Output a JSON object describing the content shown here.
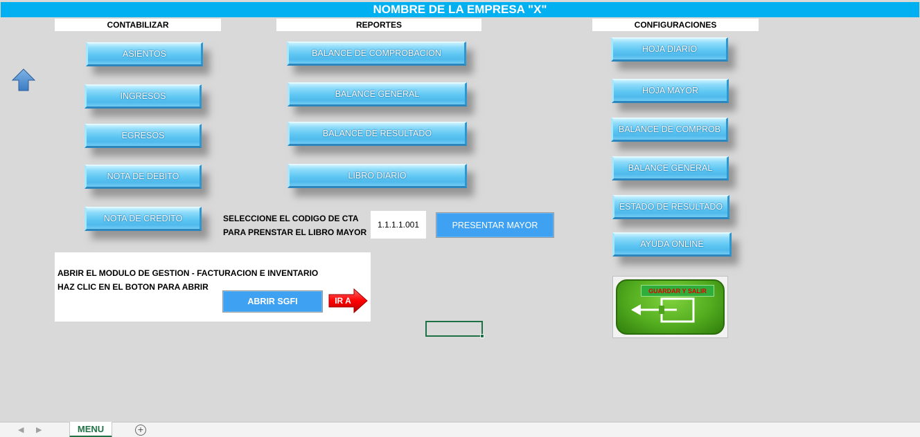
{
  "title": "NOMBRE DE LA EMPRESA \"X\"",
  "sections": {
    "contabilizar": {
      "header": "CONTABILIZAR",
      "buttons": [
        "ASIENTOS",
        "INGRESOS",
        "EGRESOS",
        "NOTA DE DEBITO",
        "NOTA DE CREDITO"
      ]
    },
    "reportes": {
      "header": "REPORTES",
      "buttons": [
        "BALANCE DE COMPROBACION",
        "BALANCE GENERAL",
        "BALANCE  DE RESULTADO",
        "LIBRO DIARIO"
      ]
    },
    "configuraciones": {
      "header": "CONFIGURACIONES",
      "buttons": [
        "HOJA DIARIO",
        "HOJA MAYOR",
        "BALANCE DE COMPROB",
        "BALANCE GENERAL",
        "ESTADO DE RESULTADO",
        "AYUDA ONLINE"
      ]
    }
  },
  "mayor": {
    "label_line1": "SELECCIONE EL CODIGO DE CTA",
    "label_line2": "PARA PRENSTAR EL LIBRO MAYOR",
    "account_code": "1.1.1.1.001",
    "button": "PRESENTAR MAYOR"
  },
  "module": {
    "line1": "ABRIR EL MODULO DE GESTION - FACTURACION E INVENTARIO",
    "line2": "HAZ CLIC EN EL BOTON PARA ABRIR",
    "button": "ABRIR SGFI",
    "arrow_label": "IR A"
  },
  "save_exit": {
    "label": "GUARDAR Y SALIR"
  },
  "sheet_tabs": {
    "active": "MENU"
  },
  "icons": {
    "up_arrow": "up-arrow-icon",
    "red_arrow": "red-arrow-icon",
    "exit": "exit-door-icon"
  },
  "colors": {
    "title_bar": "#00b0f0",
    "button_blue": "#5fc7f3",
    "flat_button": "#3fa1f2",
    "save_green": "#53ad1f",
    "save_text": "#e00000",
    "arrow_red": "#ff0000",
    "sheet_tab": "#217346"
  }
}
